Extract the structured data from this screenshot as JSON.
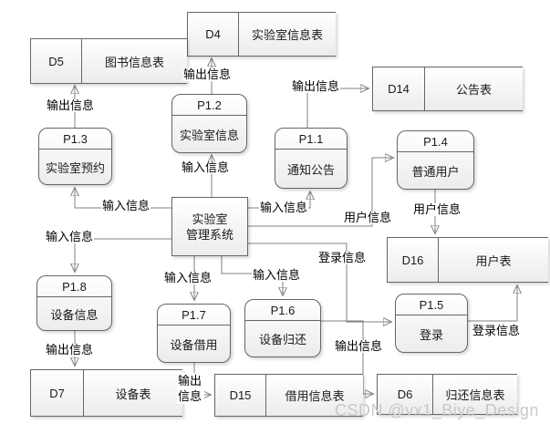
{
  "diagram": {
    "entity": {
      "name": "实验室管理系统",
      "name_lines": [
        "实验室",
        "管理系统"
      ]
    },
    "processes": [
      {
        "id": "P1.2",
        "name": "实验室信息"
      },
      {
        "id": "P1.3",
        "name": "实验室预约"
      },
      {
        "id": "P1.1",
        "name": "通知公告"
      },
      {
        "id": "P1.4",
        "name": "普通用户"
      },
      {
        "id": "P1.8",
        "name": "设备信息"
      },
      {
        "id": "P1.7",
        "name": "设备借用"
      },
      {
        "id": "P1.6",
        "name": "设备归还"
      },
      {
        "id": "P1.5",
        "name": "登录"
      }
    ],
    "datastores": [
      {
        "id": "D4",
        "name": "实验室信息表"
      },
      {
        "id": "D5",
        "name": "图书信息表"
      },
      {
        "id": "D14",
        "name": "公告表"
      },
      {
        "id": "D16",
        "name": "用户表"
      },
      {
        "id": "D7",
        "name": "设备表"
      },
      {
        "id": "D15",
        "name": "借用信息表"
      },
      {
        "id": "D6",
        "name": "归还信息表"
      }
    ],
    "flows": [
      {
        "from": "P1.3",
        "to": "D5",
        "label": "输出信息"
      },
      {
        "from": "P1.2",
        "to": "D4",
        "label": "输出信息"
      },
      {
        "from": "P1.1",
        "to": "D14",
        "label": "输出信息"
      },
      {
        "from": "实验室管理系统",
        "to": "P1.2",
        "label": "输入信息"
      },
      {
        "from": "实验室管理系统",
        "to": "P1.3",
        "label": "输入信息"
      },
      {
        "from": "实验室管理系统",
        "to": "P1.1",
        "label": "输入信息"
      },
      {
        "from": "实验室管理系统",
        "to": "P1.4",
        "label": "用户信息"
      },
      {
        "from": "实验室管理系统",
        "to": "P1.5",
        "label": "登录信息"
      },
      {
        "from": "实验室管理系统",
        "to": "P1.8",
        "label": "输入信息"
      },
      {
        "from": "实验室管理系统",
        "to": "P1.7",
        "label": "输入信息"
      },
      {
        "from": "实验室管理系统",
        "to": "P1.6",
        "label": "输入信息"
      },
      {
        "from": "P1.4",
        "to": "D16",
        "label": "用户信息"
      },
      {
        "from": "P1.5",
        "to": "D16",
        "label": "登录信息"
      },
      {
        "from": "P1.8",
        "to": "D7",
        "label": "输出信息"
      },
      {
        "from": "P1.7",
        "to": "D15",
        "label": "输出信息"
      },
      {
        "from": "P1.6",
        "to": "D6",
        "label": "输出信息"
      }
    ]
  },
  "watermark": "CSDN @vx1_Biye_Design",
  "colors": {
    "background": "#ffffff",
    "node_border": "#666666",
    "node_fill_top": "#ffffff",
    "node_fill_bottom": "#ececec",
    "line": "#808080",
    "arrowhead": "#4d4d4d",
    "text": "#1a1a1a",
    "watermark": "#c8c8c8"
  }
}
